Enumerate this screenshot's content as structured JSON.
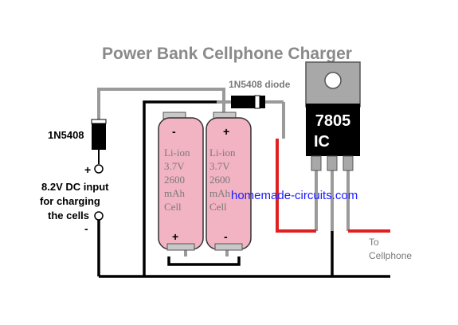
{
  "title": "Power Bank Cellphone Charger",
  "diode_top_label": "1N5408 diode",
  "diode_left_label": "1N5408",
  "input_label": {
    "plus": "+",
    "line1": "8.2V DC input",
    "line2": "for charging",
    "line3": "the cells",
    "minus": "-"
  },
  "cells": [
    {
      "top_sign": "-",
      "bottom_sign": "+",
      "lines": [
        "Li-ion",
        "3.7V",
        "2600",
        "mAh",
        "Cell"
      ]
    },
    {
      "top_sign": "+",
      "bottom_sign": "-",
      "lines": [
        "Li-ion",
        "3.7V",
        "2600",
        "mAh",
        "Cell"
      ]
    }
  ],
  "regulator": {
    "line1": "7805",
    "line2": "IC"
  },
  "watermark": "homemade-circuits.com",
  "output_label": {
    "line1": "To",
    "line2": "Cellphone"
  },
  "colors": {
    "wire_black": "#000000",
    "wire_grey": "#9a9a9a",
    "wire_red": "#e02020",
    "cell_pink": "#f2b3c3",
    "cell_cap": "#c8c8c8",
    "ic_body": "#000000",
    "ic_tab": "#a8a8a8",
    "title": "#8a8a8a",
    "watermark": "#1a1aff"
  }
}
